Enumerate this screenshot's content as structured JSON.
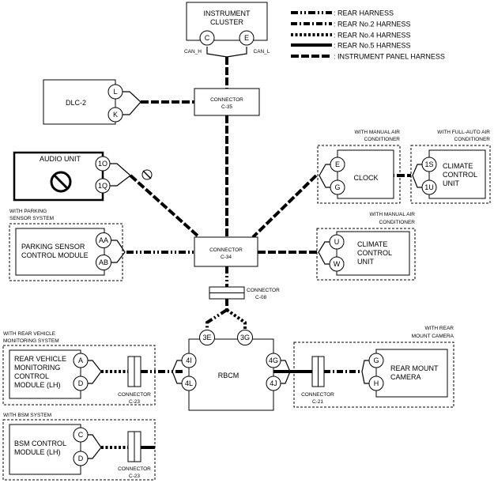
{
  "legend": [
    {
      "style": "rear",
      "label": ": REAR HARNESS"
    },
    {
      "style": "rear2",
      "label": ": REAR No.2 HARNESS"
    },
    {
      "style": "rear4",
      "label": ": REAR No.4 HARNESS"
    },
    {
      "style": "rear5",
      "label": ": REAR No.5 HARNESS"
    },
    {
      "style": "ip",
      "label": ": INSTRUMENT PANEL HARNESS"
    }
  ],
  "instrument_cluster": {
    "line1": "INSTRUMENT",
    "line2": "CLUSTER",
    "pin_c": "C",
    "pin_e": "E",
    "can_h": "CAN_H",
    "can_l": "CAN_L"
  },
  "connector_c35": {
    "line1": "CONNECTOR",
    "line2": "C-35"
  },
  "dlc2": {
    "label": "DLC-2",
    "pin_l": "L",
    "pin_k": "K"
  },
  "audio_unit": {
    "label": "AUDIO UNIT",
    "pin_1o": "1O",
    "pin_1q": "1Q"
  },
  "clock_group": {
    "caption1": "WITH MANUAL AIR",
    "caption2": "CONDITIONER",
    "label": "CLOCK",
    "pin_e": "E",
    "pin_g": "G"
  },
  "climate_auto": {
    "caption1": "WITH FULL-AUTO AIR",
    "caption2": "CONDITIONER",
    "line1": "CLIMATE",
    "line2": "CONTROL",
    "line3": "UNIT",
    "pin_1s": "1S",
    "pin_1u": "1U"
  },
  "climate_manual": {
    "caption1": "WITH MANUAL AIR",
    "caption2": "CONDITIONER",
    "line1": "CLIMATE",
    "line2": "CONTROL",
    "line3": "UNIT",
    "pin_u": "U",
    "pin_w": "W"
  },
  "parking_sensor": {
    "caption1": "WITH PARKING",
    "caption2": "SENSOR SYSTEM",
    "line1": "PARKING SENSOR",
    "line2": "CONTROL MODULE",
    "pin_aa": "AA",
    "pin_ab": "AB"
  },
  "connector_c34": {
    "line1": "CONNECTOR",
    "line2": "C-34"
  },
  "connector_c08": {
    "line1": "CONNECTOR",
    "line2": "C-08"
  },
  "rbcm": {
    "label": "RBCM",
    "pin_3e": "3E",
    "pin_3g": "3G",
    "pin_4i": "4I",
    "pin_4l": "4L",
    "pin_4g": "4G",
    "pin_4j": "4J"
  },
  "rear_vehicle": {
    "caption1": "WITH REAR VEHICLE",
    "caption2": "MONITORING SYSTEM",
    "line1": "REAR VEHICLE",
    "line2": "MONITORING",
    "line3": "CONTROL",
    "line4": "MODULE (LH)",
    "pin_a": "A",
    "pin_d": "D",
    "conn1": "CONNECTOR",
    "conn2": "C-23"
  },
  "rear_camera": {
    "caption1": "WITH REAR",
    "caption2": "MOUNT CAMERA",
    "line1": "REAR MOUNT",
    "line2": "CAMERA",
    "pin_g": "G",
    "pin_h": "H",
    "conn1": "CONNECTOR",
    "conn2": "C-21"
  },
  "bsm": {
    "caption1": "WITH BSM SYSTEM",
    "line1": "BSM CONTROL",
    "line2": "MODULE (LH)",
    "pin_c": "C",
    "pin_d": "D",
    "conn1": "CONNECTOR",
    "conn2": "C-23"
  }
}
